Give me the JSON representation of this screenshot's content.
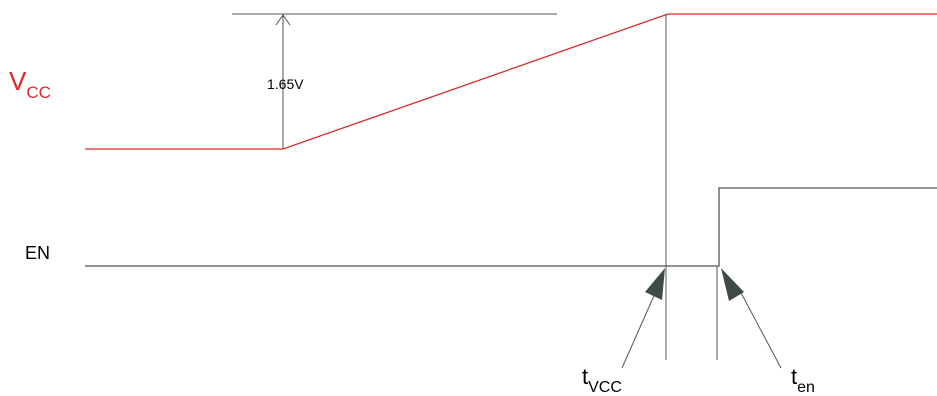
{
  "colors": {
    "vcc": "#d92b2b",
    "signal": "#555555",
    "arrow": "#3f4a4a",
    "text": "#000000"
  },
  "labels": {
    "vcc_main": "V",
    "vcc_sub": "CC",
    "en": "EN",
    "threshold": "1.65V",
    "tvcc_main": "t",
    "tvcc_sub": "VCC",
    "ten_main": "t",
    "ten_sub": "en"
  }
}
